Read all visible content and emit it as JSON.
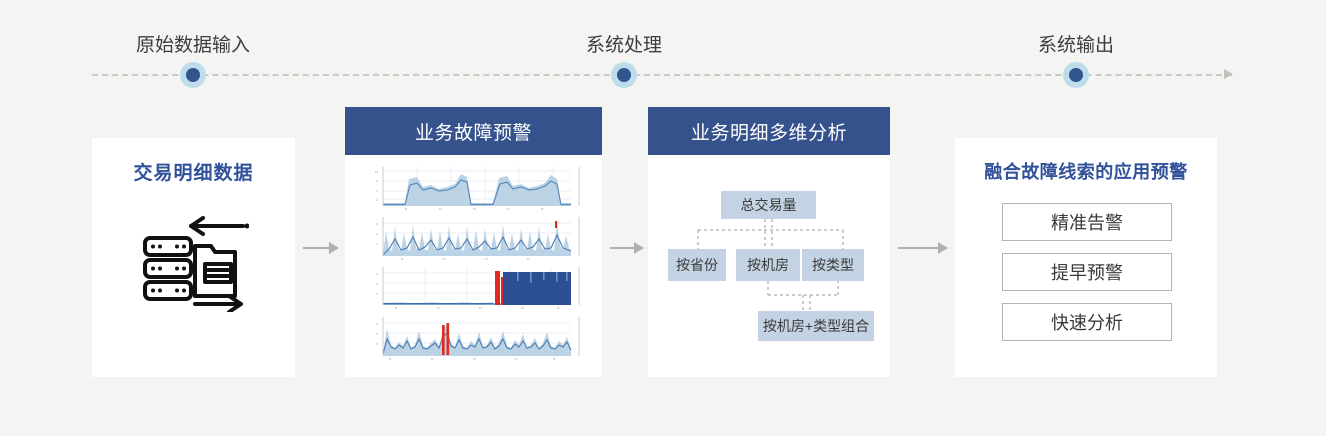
{
  "timeline": {
    "nodes": [
      {
        "label": "原始数据输入",
        "x": 193
      },
      {
        "label": "系统处理",
        "x": 624
      },
      {
        "label": "系统输出",
        "x": 1076
      }
    ],
    "accent": "#31558f",
    "halo": "#bfdcea",
    "line_color": "#c9c9c6"
  },
  "cards": {
    "source": {
      "title": "交易明细数据",
      "icon": "database-server-exchange-icon",
      "title_color": "#31519b"
    },
    "alert": {
      "header": "业务故障预警",
      "header_bg": "#35528c",
      "charts": [
        {
          "name": "chart-plateau-series",
          "accent": "#7ba7cc",
          "band": "#bcd3e6"
        },
        {
          "name": "chart-spiky-series",
          "accent": "#5b8bbd",
          "band": "#bcd3e6"
        },
        {
          "name": "chart-anomaly-block-series",
          "accent": "#2c4f94",
          "alert": "#e02a20"
        },
        {
          "name": "chart-burst-series",
          "accent": "#5b8bbd",
          "alert": "#e02a20"
        }
      ]
    },
    "analysis": {
      "header": "业务明细多维分析",
      "header_bg": "#35528c",
      "node_bg": "#c3d3e4",
      "root": "总交易量",
      "branches": [
        "按省份",
        "按机房",
        "按类型"
      ],
      "leaf": "按机房+类型组合"
    },
    "output": {
      "title": "融合故障线索的应用预警",
      "title_color": "#31519b",
      "buttons": [
        "精准告警",
        "提早预警",
        "快速分析"
      ]
    }
  },
  "connectors": {
    "color": "#b0b0b0",
    "items": [
      "arrow-source-to-alert",
      "arrow-alert-to-analysis",
      "arrow-analysis-to-output"
    ]
  },
  "chart_data": {
    "type": "line",
    "title": "业务故障预警",
    "panels": [
      {
        "name": "chart-plateau-series",
        "type": "area",
        "xlabel": "",
        "ylabel": "",
        "ylim": [
          0,
          10
        ],
        "grid": true,
        "values": [
          1.0,
          1.0,
          1.0,
          1.0,
          1.0,
          1.1,
          1.0,
          6.2,
          7.4,
          6.9,
          5.4,
          5.1,
          4.6,
          5.0,
          4.7,
          4.4,
          4.6,
          5.1,
          5.6,
          6.8,
          5.9,
          1.4,
          1.0,
          1.0,
          1.0,
          1.0,
          1.0,
          1.0,
          1.0,
          1.0,
          1.0,
          1.0,
          1.0,
          1.0,
          1.0,
          6.0,
          7.6,
          7.0,
          5.6,
          5.0,
          4.8,
          4.5,
          4.9,
          4.6,
          4.4,
          4.8,
          5.4,
          6.0,
          6.6,
          5.2,
          1.2,
          1.0,
          1.0,
          1.0,
          1.0,
          1.0,
          1.0,
          1.0,
          1.0,
          1.0
        ]
      },
      {
        "name": "chart-spiky-series",
        "type": "area",
        "xlabel": "",
        "ylabel": "",
        "ylim": [
          0,
          10
        ],
        "grid": true,
        "values": [
          2.2,
          5.8,
          2.6,
          2.0,
          6.4,
          2.4,
          2.0,
          5.2,
          2.2,
          2.0,
          6.8,
          2.6,
          2.2,
          5.4,
          2.0,
          2.2,
          6.2,
          2.4,
          2.0,
          5.6,
          2.2,
          2.0,
          6.6,
          2.4,
          2.2,
          5.0,
          2.0,
          2.2,
          6.4,
          2.6,
          2.0,
          5.8,
          2.2,
          2.0,
          6.0,
          2.4,
          2.2,
          5.4,
          2.0,
          2.2,
          6.8,
          2.6,
          2.0,
          5.2,
          2.2,
          2.0,
          6.2,
          2.4,
          2.2,
          5.6,
          2.0,
          2.2,
          6.4,
          2.6,
          2.0,
          5.0,
          2.2,
          2.0,
          7.2,
          3.0
        ]
      },
      {
        "name": "chart-anomaly-block-series",
        "type": "area",
        "xlabel": "",
        "ylabel": "",
        "ylim": [
          0,
          10
        ],
        "grid": true,
        "anomaly_start_index": 30,
        "values": [
          0.4,
          0.5,
          0.4,
          0.6,
          0.4,
          0.5,
          0.4,
          0.5,
          0.6,
          0.4,
          0.5,
          0.4,
          0.6,
          0.5,
          0.4,
          0.5,
          0.6,
          0.4,
          0.5,
          0.4,
          0.6,
          0.5,
          0.4,
          0.5,
          0.6,
          0.4,
          0.5,
          0.4,
          0.6,
          0.5,
          8.6,
          8.4,
          8.0,
          8.6,
          8.2,
          8.6,
          8.4,
          8.0,
          8.6,
          8.3,
          8.6,
          8.1,
          8.6,
          8.4,
          8.6,
          8.0,
          8.5,
          8.6,
          8.2,
          8.6,
          8.4,
          8.6,
          8.1,
          8.6,
          8.4,
          8.6,
          8.0,
          8.5,
          8.6,
          8.3
        ]
      },
      {
        "name": "chart-burst-series",
        "type": "area",
        "xlabel": "",
        "ylabel": "",
        "ylim": [
          0,
          10
        ],
        "grid": true,
        "alert_index": 17,
        "values": [
          1.4,
          5.6,
          3.0,
          2.2,
          2.6,
          3.8,
          2.4,
          2.0,
          2.6,
          5.4,
          2.8,
          2.2,
          2.4,
          3.0,
          2.6,
          2.2,
          5.2,
          6.4,
          3.4,
          2.6,
          2.2,
          5.0,
          2.6,
          2.2,
          2.4,
          3.2,
          2.6,
          2.2,
          5.6,
          2.8,
          2.4,
          2.0,
          2.6,
          3.4,
          2.8,
          2.2,
          5.4,
          3.0,
          2.4,
          2.2,
          2.8,
          4.6,
          2.6,
          2.2,
          2.4,
          5.2,
          2.8,
          2.2,
          2.6,
          3.0,
          2.4,
          2.2,
          4.8,
          2.6,
          2.2,
          2.4,
          3.6,
          2.8,
          2.4,
          2.0
        ]
      }
    ]
  }
}
